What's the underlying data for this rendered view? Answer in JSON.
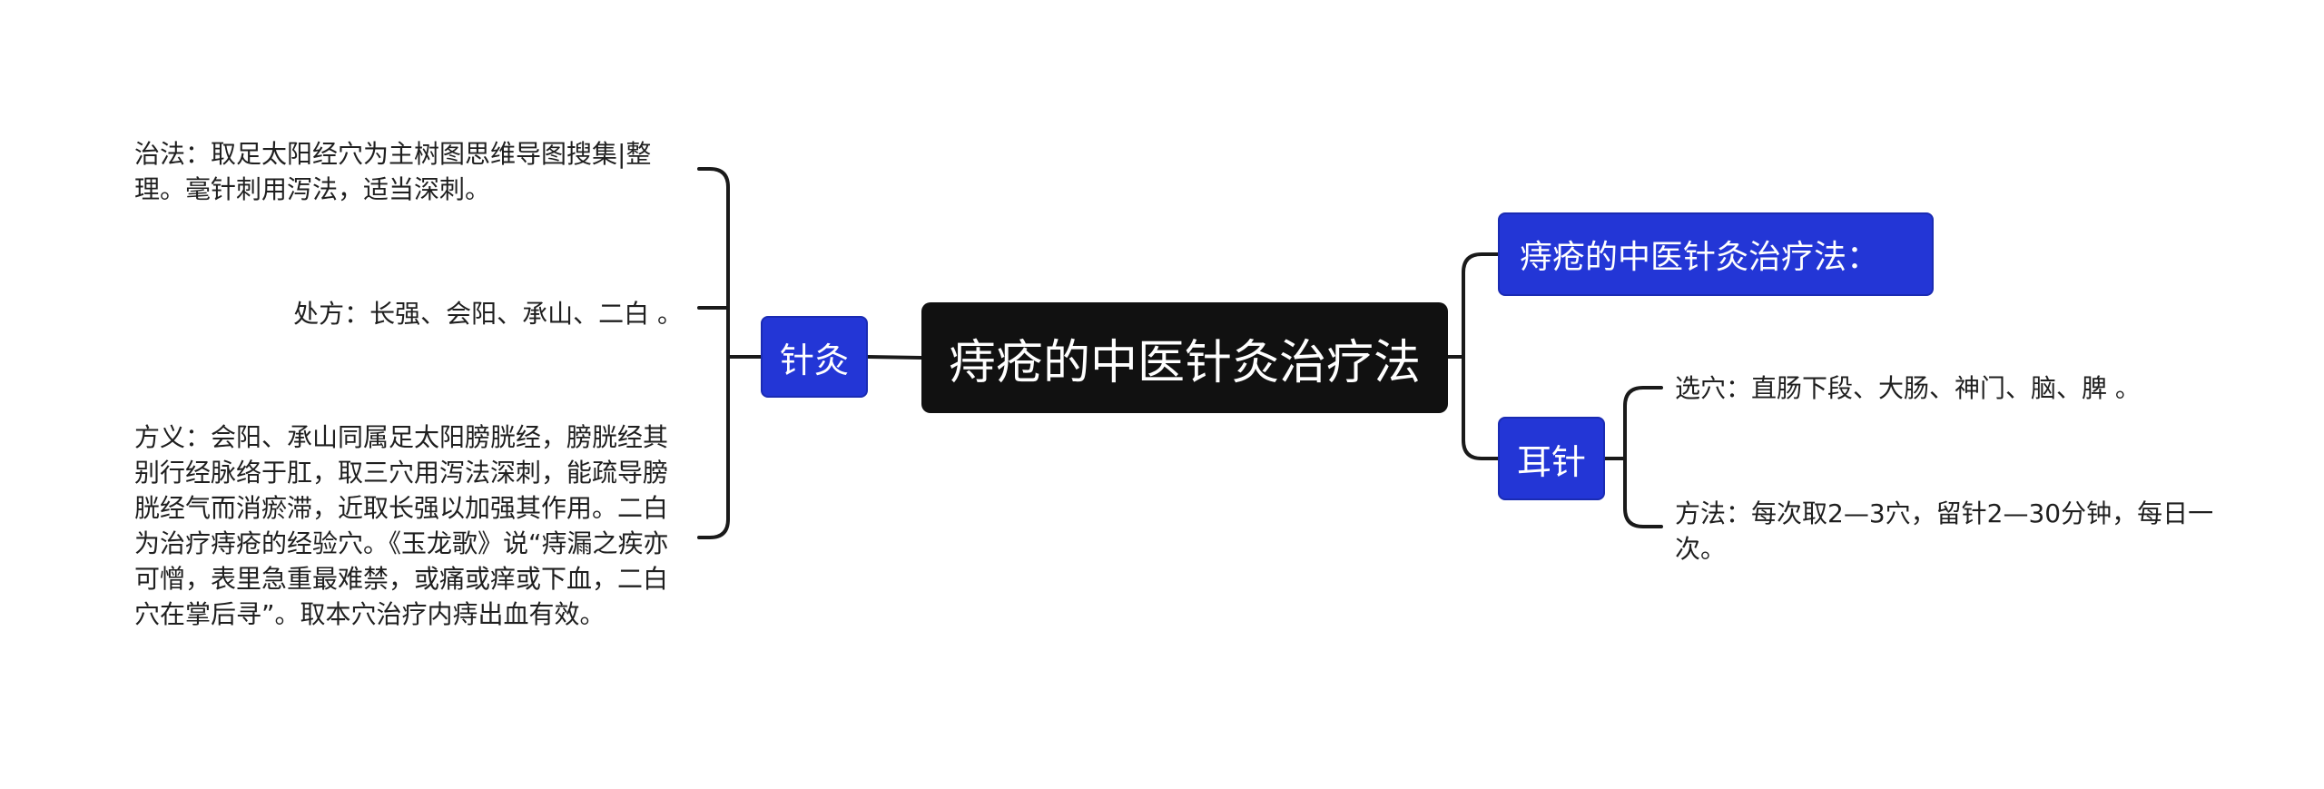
{
  "root": {
    "label": "痔疮的中医针灸治疗法"
  },
  "left_branch": {
    "label": "针灸",
    "leaves": [
      "治法：取足太阳经穴为主树图思维导图搜集|整理。毫针刺用泻法，适当深刺。",
      "处方：长强、会阳、承山、二白 。",
      "方义：会阳、承山同属足太阳膀胱经，膀胱经其别行经脉络于肛，取三穴用泻法深刺，能疏导膀胱经气而消瘀滞，近取长强以加强其作用。二白为治疗痔疮的经验穴。《玉龙歌》说“痔漏之疾亦可憎，表里急重最难禁，或痛或痒或下血，二白穴在掌后寻”。取本穴治疗内痔出血有效。"
    ]
  },
  "right_branches": [
    {
      "label": "痔疮的中医针灸治疗法："
    },
    {
      "label": "耳针",
      "leaves": [
        "选穴：直肠下段、大肠、神门、脑、脾 。",
        "方法：每次取2—3穴，留针2—30分钟，每日一次。"
      ]
    }
  ],
  "colors": {
    "root_bg": "#111111",
    "branch_bg": "#2336d6",
    "line": "#1a1a1a"
  }
}
